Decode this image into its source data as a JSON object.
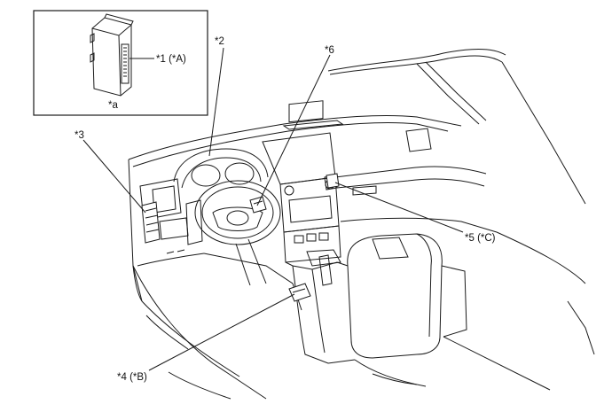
{
  "callouts": {
    "c1": "*1 (*A)",
    "c2": "*2",
    "c3": "*3",
    "c4": "*4 (*B)",
    "c5": "*5 (*C)",
    "c6": "*6",
    "ca": "*a"
  },
  "colors": {
    "line": "#1a1a1a",
    "background": "#ffffff"
  }
}
